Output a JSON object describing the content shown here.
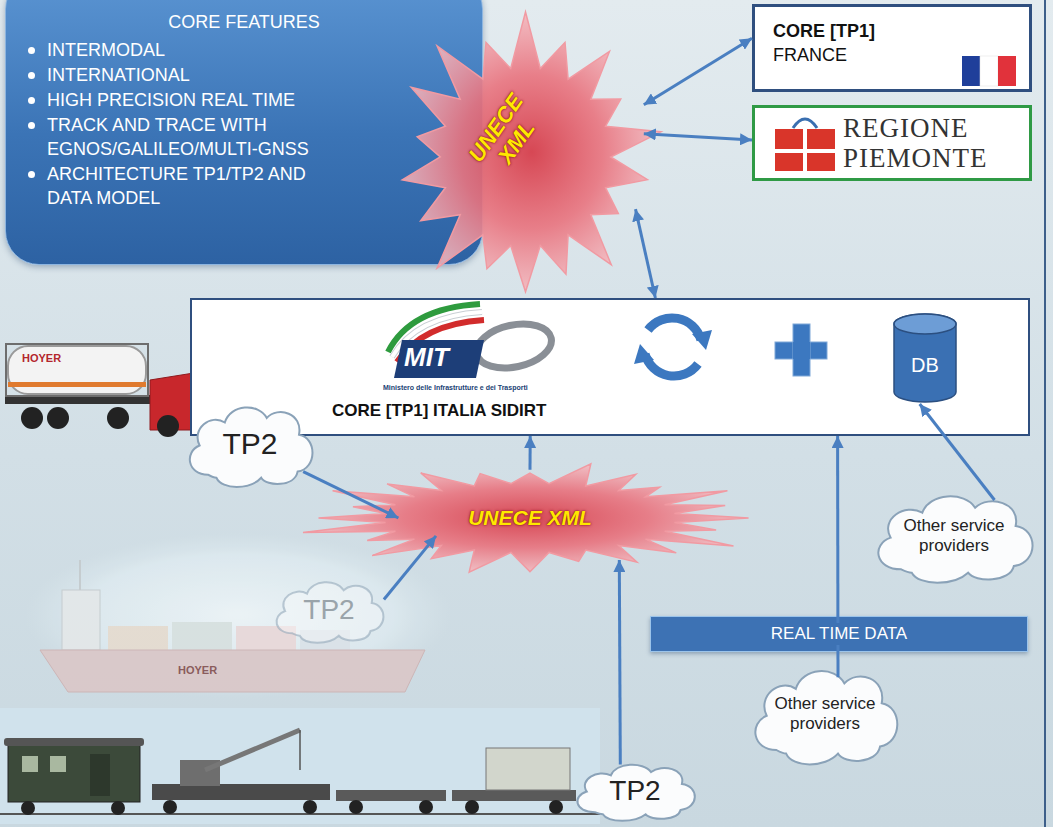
{
  "diagram": {
    "nodes": [
      {
        "text": [
          "CORE FEATURES",
          "INTERMODAL",
          "INTERNATIONAL",
          "HIGH PRECISION REAL TIME",
          "TRACK AND TRACE WITH EGNOS/GALILEO/MULTI-GNSS",
          "ARCHITECTURE TP1/TP2 AND DATA MODEL"
        ]
      },
      {
        "text": [
          "UNECE XML"
        ]
      },
      {
        "text": [
          "CORE [TP1]",
          "FRANCE"
        ]
      },
      {
        "text": [
          "REGIONE PIEMONTE"
        ]
      },
      {
        "text": [
          "CORE [TP1] ITALIA SIDIRT"
        ]
      },
      {
        "text": [
          "DB"
        ],
        "in": 4
      },
      {
        "text": [
          "TP2"
        ]
      },
      {
        "text": [
          "UNECE XML"
        ]
      },
      {
        "text": [
          "Other service providers"
        ]
      },
      {
        "text": [
          "TP2"
        ]
      },
      {
        "text": [
          "REAL TIME DATA"
        ]
      },
      {
        "text": [
          "Other service providers"
        ]
      },
      {
        "text": [
          "TP2"
        ]
      }
    ],
    "edges": [
      {
        "from": 1,
        "to": 2,
        "arrow": "both"
      },
      {
        "from": 1,
        "to": 3,
        "arrow": "both"
      },
      {
        "from": 1,
        "to": 4,
        "arrow": "both"
      },
      {
        "from": 6,
        "to": 7,
        "arrow": "to"
      },
      {
        "from": 9,
        "to": 7,
        "arrow": "to"
      },
      {
        "from": 7,
        "to": 4,
        "arrow": "to"
      },
      {
        "from": 12,
        "to": 7,
        "arrow": "to"
      },
      {
        "from": 11,
        "to": 4,
        "arrow": "to"
      },
      {
        "from": 8,
        "to": 5,
        "arrow": "to"
      }
    ],
    "labels": [
      "MIT",
      "Ministero delle Infrastrutture e dei Trasporti",
      "HOYER",
      "HOYER"
    ]
  }
}
